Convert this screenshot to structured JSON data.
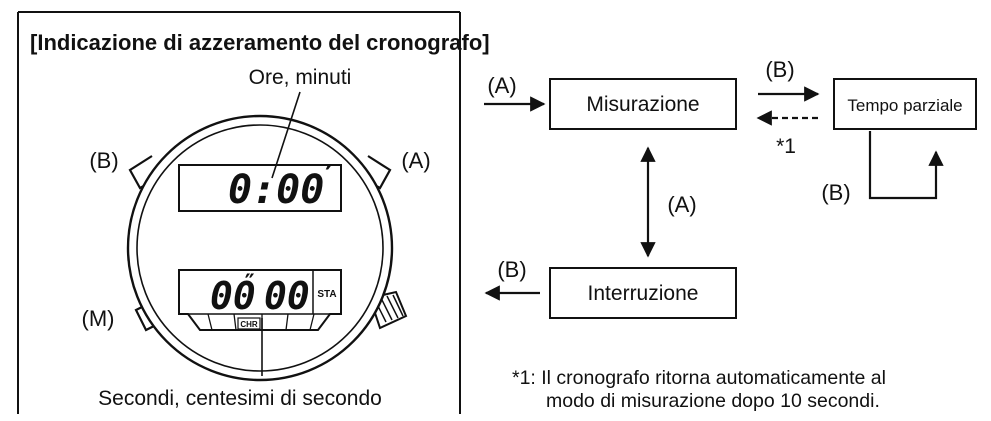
{
  "panel": {
    "title": "[Indicazione di azzeramento del cronografo]",
    "label_hours_minutes": "Ore, minuti",
    "label_seconds": "Secondi, centesimi di secondo"
  },
  "watch": {
    "button_b": "(B)",
    "button_a": "(A)",
    "button_m": "(M)",
    "upper_display": "0:00",
    "upper_mark": "′",
    "lower_display_seconds": "00",
    "lower_mark": "″",
    "lower_display_hundredths": "00",
    "sta_label": "STA",
    "chr_label": "CHR"
  },
  "flow": {
    "entry_label": "(A)",
    "measure_box": "Misurazione",
    "split_box": "Tempo parziale",
    "stop_box": "Interruzione",
    "measure_to_split_label": "(B)",
    "split_return_note": "*1",
    "split_loop_label": "(B)",
    "measure_stop_label": "(A)",
    "stop_exit_label": "(B)"
  },
  "footnote": {
    "line1": "*1: Il cronografo ritorna automaticamente al",
    "line2": "modo di misurazione dopo 10 secondi."
  }
}
